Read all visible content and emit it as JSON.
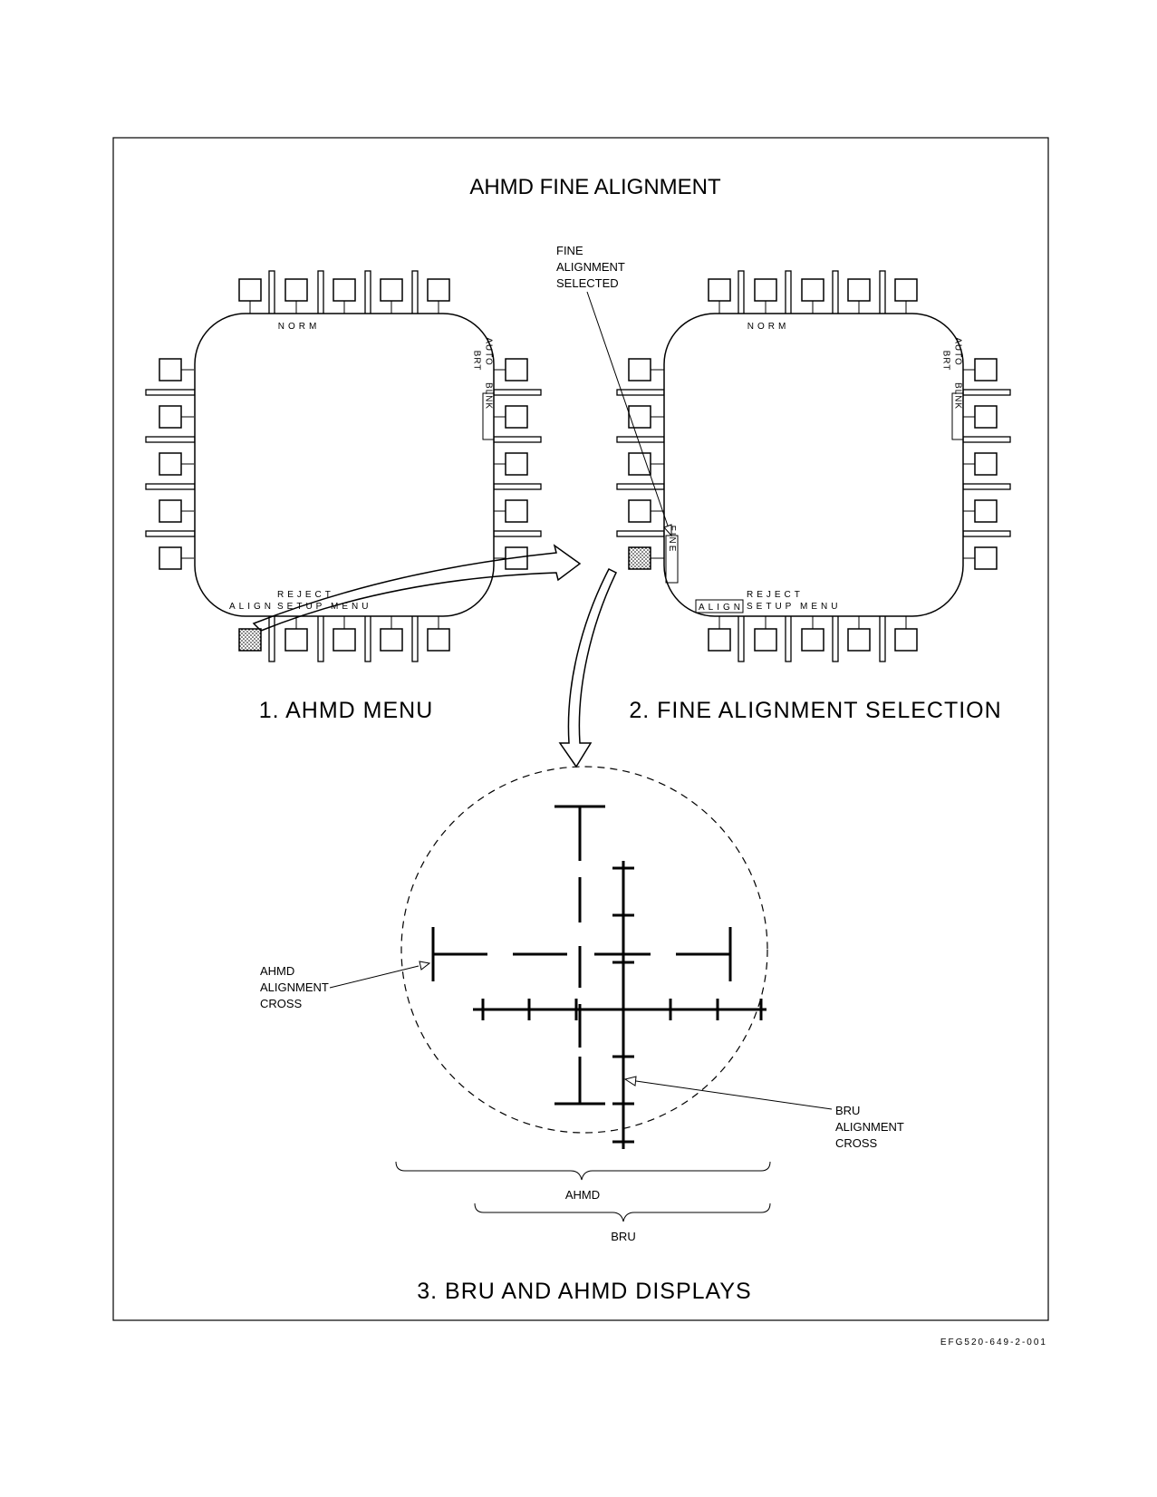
{
  "title": "AHMD FINE ALIGNMENT",
  "panel1": {
    "caption": "1. AHMD MENU",
    "top_label": "NORM",
    "right_labels": {
      "brt": "BRT",
      "auto": "AUTO",
      "blnk": "BLNK"
    },
    "bottom_labels": {
      "align": "ALIGN",
      "reject": "REJECT",
      "setup": "SETUP",
      "menu": "MENU"
    }
  },
  "panel2": {
    "caption": "2. FINE ALIGNMENT SELECTION",
    "top_label": "NORM",
    "right_labels": {
      "brt": "BRT",
      "auto": "AUTO",
      "blnk": "BLNK"
    },
    "left_labels": {
      "fine": "FINE"
    },
    "bottom_labels": {
      "align": "ALIGN",
      "reject": "REJECT",
      "setup": "SETUP",
      "menu": "MENU"
    },
    "callout": [
      "FINE",
      "ALIGNMENT",
      "SELECTED"
    ]
  },
  "panel3": {
    "caption": "3. BRU AND AHMD DISPLAYS",
    "ahmd_callout": [
      "AHMD",
      "ALIGNMENT",
      "CROSS"
    ],
    "bru_callout": [
      "BRU",
      "ALIGNMENT",
      "CROSS"
    ],
    "ahmd_brace_label": "AHMD",
    "bru_brace_label": "BRU"
  },
  "figure_code": "EFG520-649-2-001"
}
